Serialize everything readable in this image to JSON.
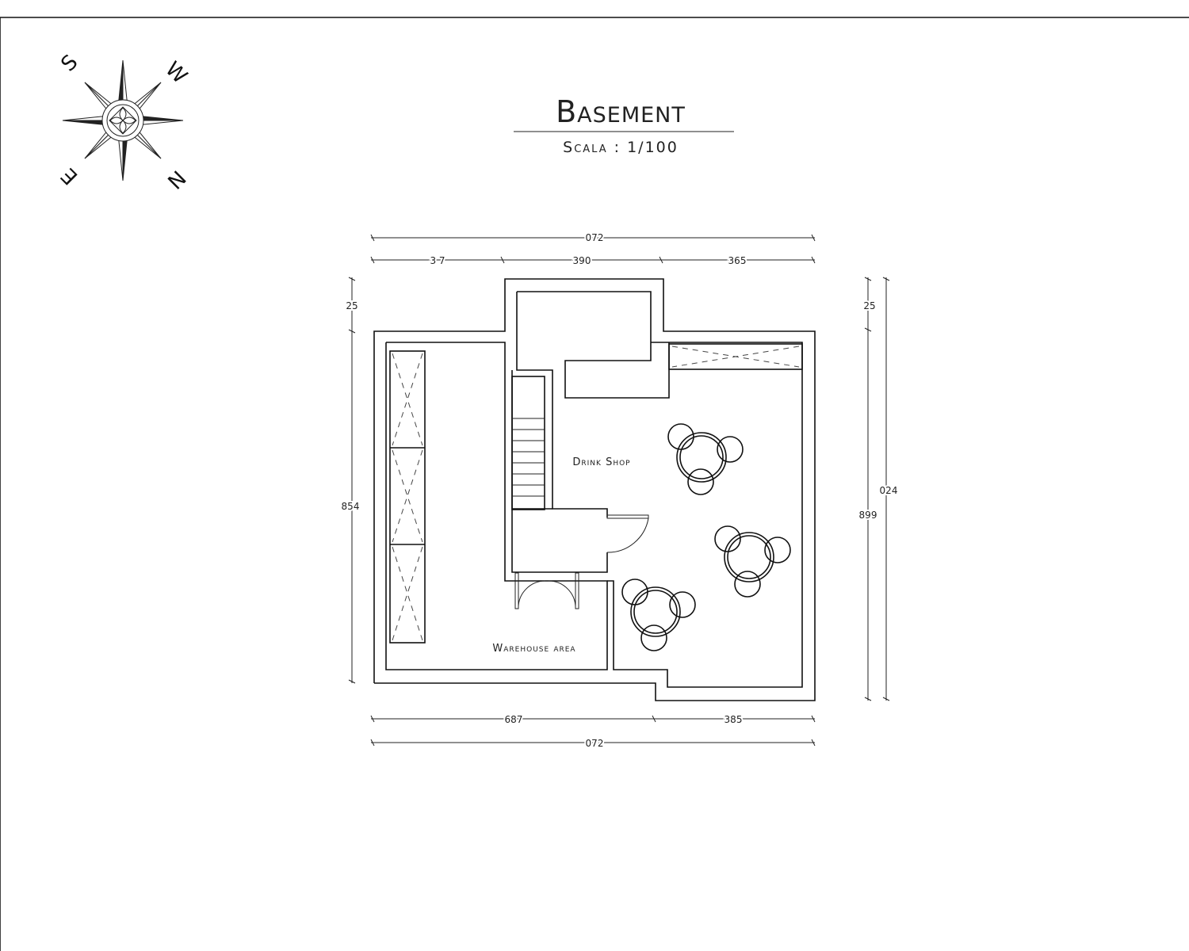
{
  "title": "Basement",
  "scale_label": "Scala : 1/100",
  "rooms": {
    "drink_shop": "Drink Shop",
    "warehouse": "Warehouse area"
  },
  "compass": {
    "top_left": "S",
    "top_right": "W",
    "bottom_left": "E",
    "bottom_right": "N"
  },
  "dimensions": {
    "top_total": "072",
    "top_a": "3 7",
    "top_b": "390",
    "top_c": "365",
    "left_step": "25",
    "left_total": "854",
    "right_step": "25",
    "right_a": "899",
    "right_b": "024",
    "bottom_a": "687",
    "bottom_b": "385",
    "bottom_total": "072"
  }
}
